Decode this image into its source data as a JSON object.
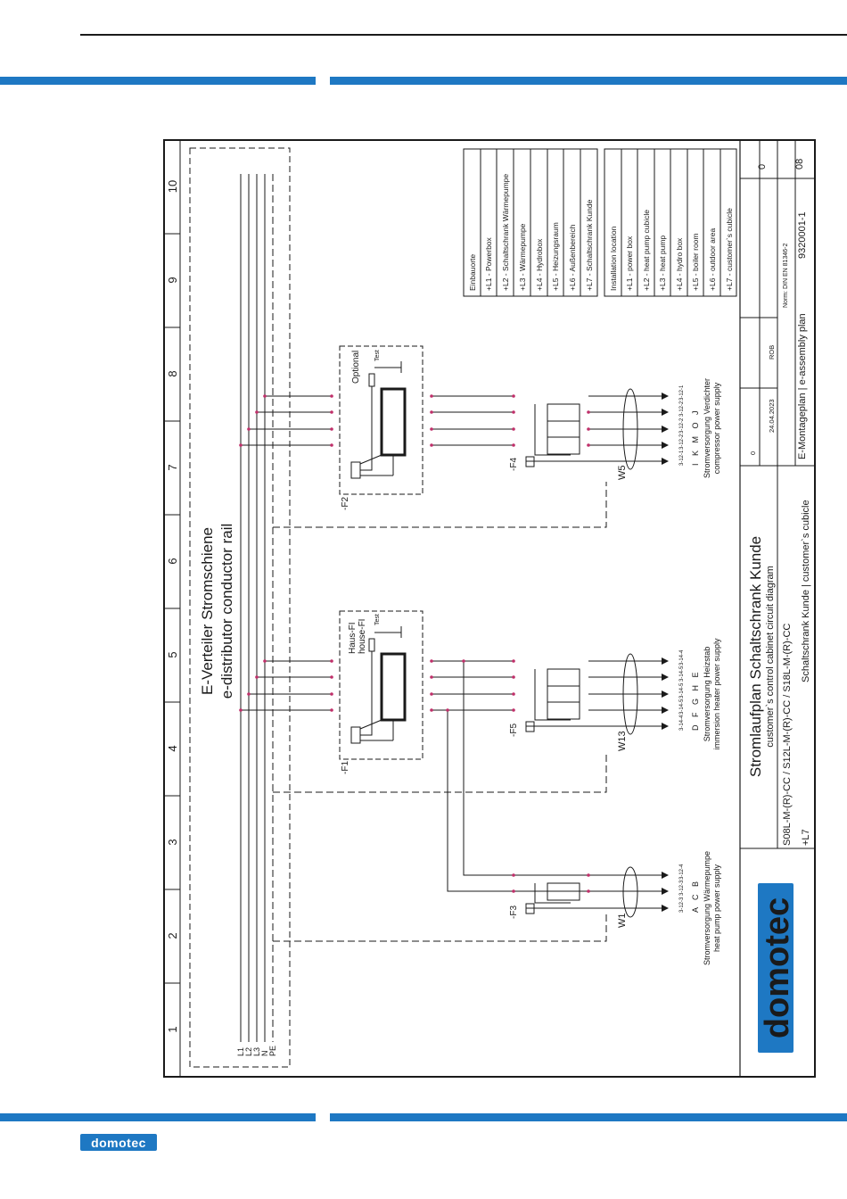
{
  "brand": {
    "logo_text": "domotec",
    "accent_color": "#1e78c3"
  },
  "drawing": {
    "column_numbers": [
      "1",
      "2",
      "3",
      "4",
      "5",
      "6",
      "7",
      "8",
      "9",
      "10"
    ],
    "rail_title_de": "E-Verteiler Stromschiene",
    "rail_title_en": "e-distributor conductor rail",
    "rail_labels": [
      "L1",
      "L2",
      "L3",
      "N",
      "PE"
    ],
    "circuits": [
      {
        "id": "F3",
        "label": "-F3",
        "cable": "W1",
        "desc_de": "Stromversorgung Wärmepumpe",
        "desc_en": "heat pump power supply",
        "terminal_letters": "A  C  B",
        "terminal_codes": [
          "3-12-3",
          "3-12-3",
          "3-12-4"
        ]
      },
      {
        "id": "F5",
        "label": "-F5",
        "cable": "W13",
        "desc_de": "Stromversorgung Heizstab",
        "desc_en": "immersion heater power supply",
        "terminal_letters": "D  F  G  H  E",
        "terminal_codes": [
          "3-14-4",
          "3-14-5",
          "3-14-5",
          "3-14-5",
          "3-14-4"
        ]
      },
      {
        "id": "F4",
        "label": "-F4",
        "cable": "W5",
        "desc_de": "Stromversorgung Verdichter",
        "desc_en": "compressor power supply",
        "terminal_letters": "I  K  M  O  J",
        "terminal_codes": [
          "3-12-1",
          "3-12-2",
          "3-12-2",
          "3-12-2",
          "3-12-1"
        ]
      }
    ],
    "rcd_f1": {
      "label": "-F1",
      "name_de": "Haus-FI",
      "name_en": "house-FI",
      "test": "Test"
    },
    "rcd_f2": {
      "label": "-F2",
      "name": "Optional",
      "test": "Test"
    },
    "install_de": {
      "title": "Einbauorte",
      "items": [
        "+L1 - Powerbox",
        "+L2 - Schaltschrank Wärmepumpe",
        "+L3 - Wärmepumpe",
        "+L4 - Hydrobox",
        "+L5 - Heizungsraum",
        "+L6 - Außenbereich",
        "+L7 - Schaltschrank Kunde"
      ]
    },
    "install_en": {
      "title": "Installation location",
      "items": [
        "+L1 - power box",
        "+L2 - heat pump cubicle",
        "+L3 - heat pump",
        "+L4 - hydro box",
        "+L5 - boiler room",
        "+L6 - outdoor area",
        "+L7 - customer`s cubicle"
      ]
    },
    "title_block": {
      "title_de": "Stromlaufplan Schaltschrank Kunde",
      "title_en": "customer`s control cabinet circuit diagram",
      "models": "S08L-M-(R)-CC / S12L-M-(R)-CC / S18L-M-(R)-CC",
      "location": "+L7",
      "subject": "Schaltschrank Kunde | customer`s cubicle",
      "plan": "E-Montageplan | e-assembly plan",
      "revision": "0",
      "date": "24.04.2023",
      "author": "ROB",
      "norm": "Norm: DIN EN 81346-2",
      "sheet_rev": "0",
      "sheet": "08",
      "doc_number": "9320001-1"
    }
  }
}
